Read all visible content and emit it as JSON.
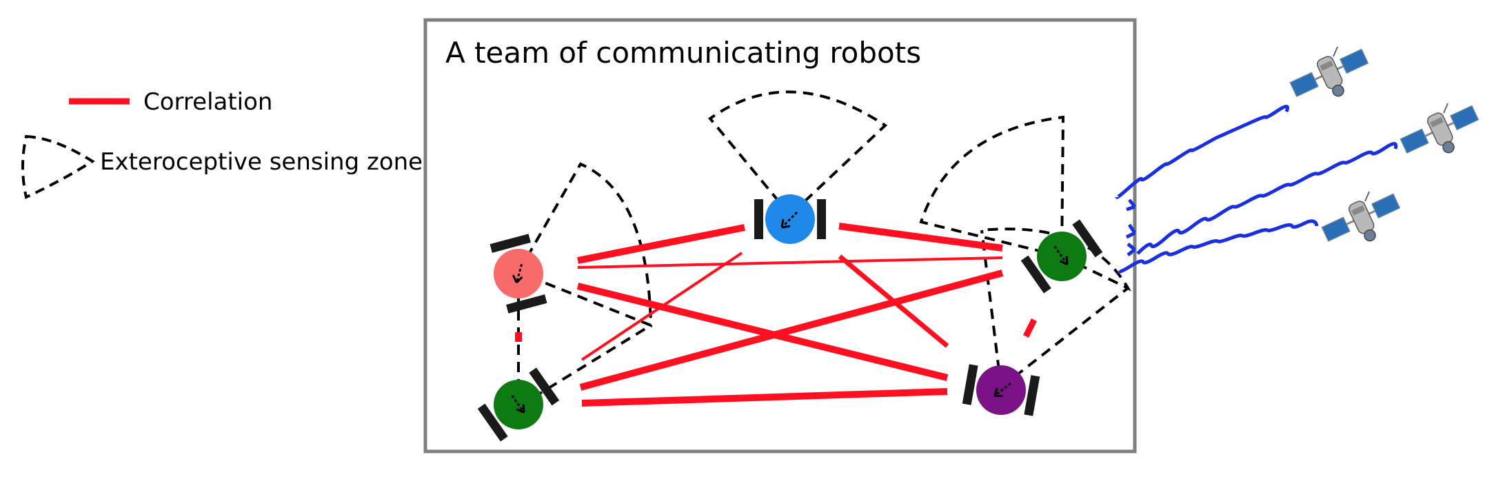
{
  "legend": {
    "correlation_label": "Correlation",
    "sensing_label": "Exteroceptive sensing zone"
  },
  "panel": {
    "title": "A team of communicating robots"
  },
  "colors": {
    "correlation": "#ff1020",
    "sensing": "#000000",
    "signal": "#1a2fe0",
    "panel_border": "#7f7f7f",
    "robot_pink": "#f76b6b",
    "robot_blue": "#1f88e8",
    "robot_green": "#0e7a12",
    "robot_purple": "#7b1286",
    "wheel": "#1a1a1a"
  },
  "icons": {
    "robot": "robot-icon",
    "satellite": "satellite-icon",
    "signal": "wavy-signal-icon"
  }
}
